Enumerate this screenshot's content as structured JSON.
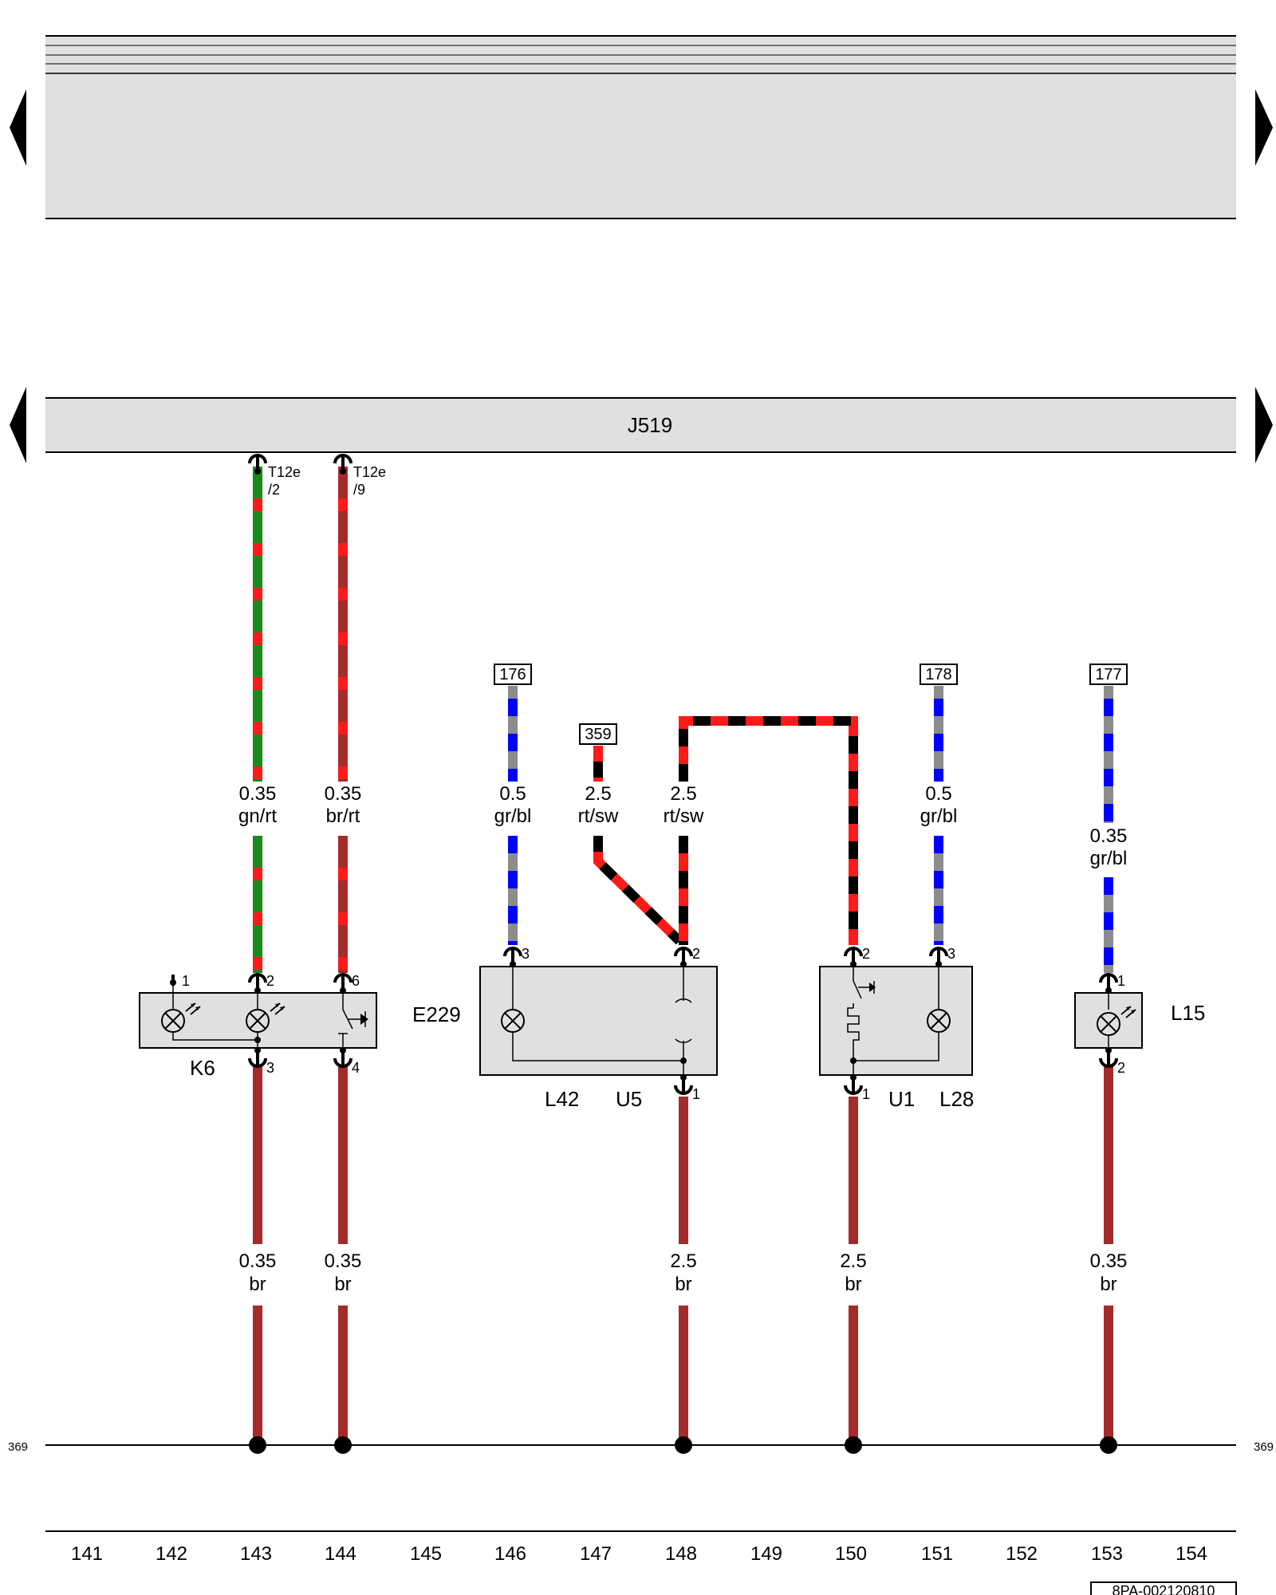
{
  "navigation": {
    "prev_icon": "arrow-left-icon",
    "next_icon": "arrow-right-icon"
  },
  "control_unit": {
    "name": "J519"
  },
  "connectors": [
    {
      "label": "T12e",
      "sub": "/2"
    },
    {
      "label": "T12e",
      "sub": "/9"
    }
  ],
  "wires": [
    {
      "gauge": "0.35",
      "color": "gn/rt"
    },
    {
      "gauge": "0.35",
      "color": "br/rt"
    },
    {
      "gauge": "0.5",
      "color": "gr/bl"
    },
    {
      "gauge": "2.5",
      "color": "rt/sw"
    },
    {
      "gauge": "2.5",
      "color": "rt/sw"
    },
    {
      "gauge": "0.5",
      "color": "gr/bl"
    },
    {
      "gauge": "0.35",
      "color": "gr/bl"
    },
    {
      "gauge": "0.35",
      "color": "br"
    },
    {
      "gauge": "0.35",
      "color": "br"
    },
    {
      "gauge": "2.5",
      "color": "br"
    },
    {
      "gauge": "2.5",
      "color": "br"
    },
    {
      "gauge": "0.35",
      "color": "br"
    }
  ],
  "references": [
    "176",
    "359",
    "178",
    "177"
  ],
  "components": [
    "K6",
    "E229",
    "L42",
    "U5",
    "U1",
    "L28",
    "L15"
  ],
  "pins": [
    "1",
    "2",
    "6",
    "3",
    "4",
    "3",
    "2",
    "1",
    "2",
    "3",
    "1",
    "1",
    "2"
  ],
  "ground_ref": "369",
  "columns": [
    "141",
    "142",
    "143",
    "144",
    "145",
    "146",
    "147",
    "148",
    "149",
    "150",
    "151",
    "152",
    "153",
    "154"
  ],
  "page_code": "8PA-002120810",
  "colors": {
    "red": "#ff1a1a",
    "green": "#1a8a1a",
    "brown": "#a52a2a",
    "gray": "#8c8c8c",
    "blue": "#0000ff",
    "black": "#000000",
    "panel": "#e0e0e0"
  }
}
